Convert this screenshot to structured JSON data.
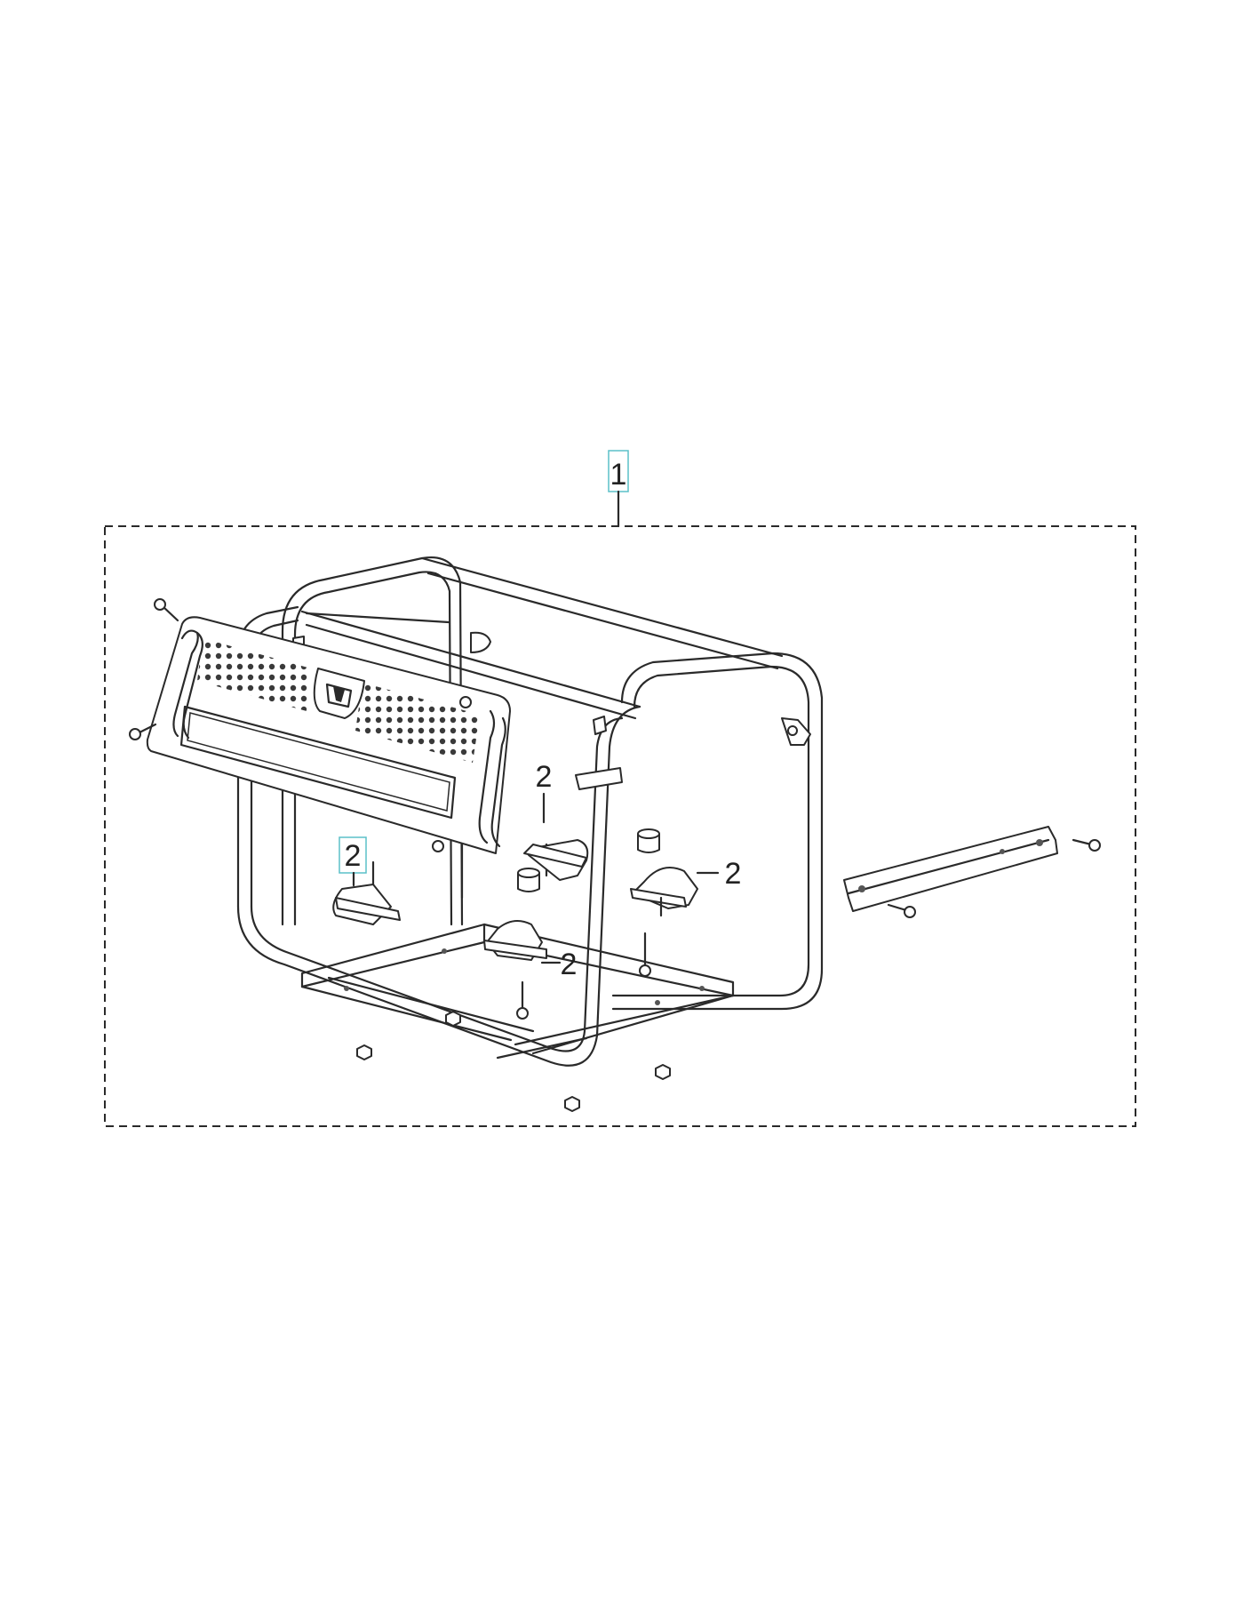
{
  "diagram": {
    "callouts": [
      {
        "id": "c1",
        "label": "1",
        "highlighted": true
      },
      {
        "id": "c2a",
        "label": "2",
        "highlighted": false
      },
      {
        "id": "c2b",
        "label": "2",
        "highlighted": true
      },
      {
        "id": "c2c",
        "label": "2",
        "highlighted": false
      },
      {
        "id": "c2d",
        "label": "2",
        "highlighted": false
      }
    ],
    "colors": {
      "line": "#2a2a2a",
      "highlight_box": "#5bc0c8",
      "background": "#ffffff"
    }
  }
}
